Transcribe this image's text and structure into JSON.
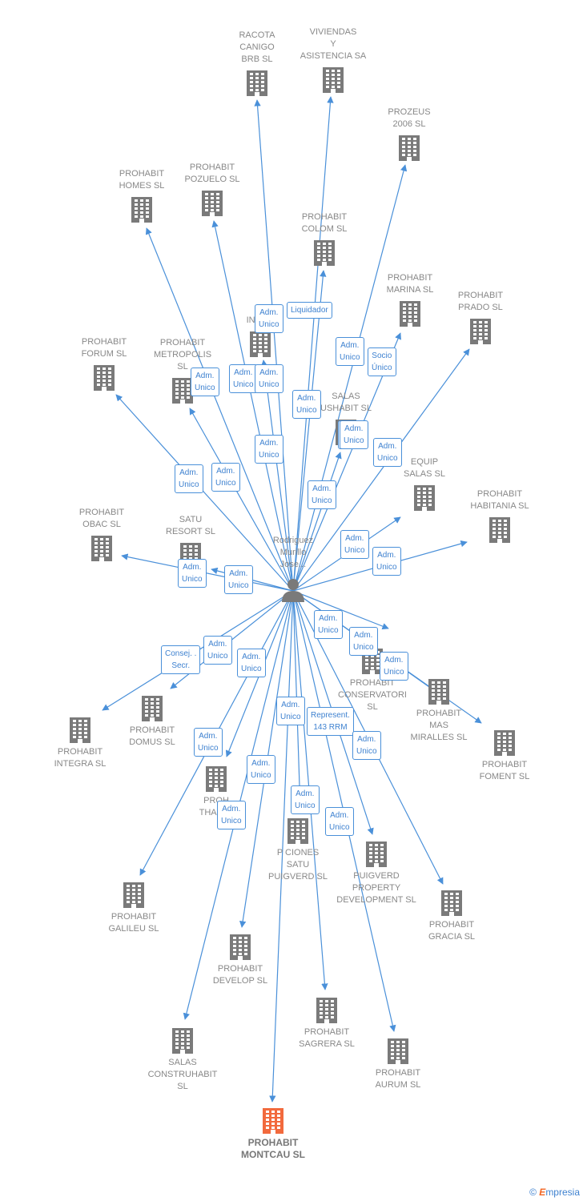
{
  "center": {
    "name_lines": [
      "Rodriguez",
      "Murillo",
      "Jose..."
    ],
    "icon": "person-icon"
  },
  "colors": {
    "edge": "#4a90d9",
    "building": "#7a7a7a",
    "focus": "#f26a3d"
  },
  "nodes": [
    {
      "id": "racota",
      "lines": [
        "RACOTA",
        "CANIGO",
        "BRB  SL"
      ],
      "icon": "building-icon"
    },
    {
      "id": "viviendas",
      "lines": [
        "VIVIENDAS",
        "Y",
        "ASISTENCIA SA"
      ],
      "icon": "building-icon"
    },
    {
      "id": "prozeus",
      "lines": [
        "PROZEUS",
        "2006 SL"
      ],
      "icon": "building-icon"
    },
    {
      "id": "homes",
      "lines": [
        "PROHABIT",
        "HOMES  SL"
      ],
      "icon": "building-icon"
    },
    {
      "id": "pozuelo",
      "lines": [
        "PROHABIT",
        "POZUELO  SL"
      ],
      "icon": "building-icon"
    },
    {
      "id": "colom",
      "lines": [
        "PROHABIT",
        "COLOM  SL"
      ],
      "icon": "building-icon"
    },
    {
      "id": "marina",
      "lines": [
        "PROHABIT",
        "MARINA  SL"
      ],
      "icon": "building-icon"
    },
    {
      "id": "prado",
      "lines": [
        "PROHABIT",
        "PRADO  SL"
      ],
      "icon": "building-icon"
    },
    {
      "id": "salasinduhabit",
      "lines": [
        "SA",
        "INDUH"
      ],
      "icon": "building-icon"
    },
    {
      "id": "forum",
      "lines": [
        "PROHABIT",
        "FORUM  SL"
      ],
      "icon": "building-icon"
    },
    {
      "id": "metropolis",
      "lines": [
        "PROHABIT",
        "METROPOLIS",
        "SL"
      ],
      "icon": "building-icon"
    },
    {
      "id": "salasushabit",
      "lines": [
        "SALAS",
        "USHABIT  SL"
      ],
      "icon": "building-icon"
    },
    {
      "id": "equip",
      "lines": [
        "EQUIP",
        "SALAS  SL"
      ],
      "icon": "building-icon"
    },
    {
      "id": "habitania",
      "lines": [
        "PROHABIT",
        "HABITANIA  SL"
      ],
      "icon": "building-icon"
    },
    {
      "id": "obac",
      "lines": [
        "PROHABIT",
        "OBAC  SL"
      ],
      "icon": "building-icon"
    },
    {
      "id": "saturesort",
      "lines": [
        "SATU",
        "RESORT  SL"
      ],
      "icon": "building-icon"
    },
    {
      "id": "conservatori",
      "lines": [
        "PROHABIT",
        "CONSERVATORI",
        "SL"
      ],
      "icon": "building-icon"
    },
    {
      "id": "masmiralles",
      "lines": [
        "PROHABIT",
        "MAS",
        "MIRALLES  SL"
      ],
      "icon": "building-icon"
    },
    {
      "id": "foment",
      "lines": [
        "PROHABIT",
        "FOMENT  SL"
      ],
      "icon": "building-icon"
    },
    {
      "id": "domus",
      "lines": [
        "PROHABIT",
        "DOMUS  SL"
      ],
      "icon": "building-icon"
    },
    {
      "id": "integra",
      "lines": [
        "PROHABIT",
        "INTEGRA  SL"
      ],
      "icon": "building-icon"
    },
    {
      "id": "thalassa",
      "lines": [
        "PROH",
        "THALAS"
      ],
      "icon": "building-icon"
    },
    {
      "id": "promociones",
      "lines": [
        "P     CIONES",
        "SATU",
        "PUIGVERD  SL"
      ],
      "icon": "building-icon"
    },
    {
      "id": "puigverd",
      "lines": [
        "PUIGVERD",
        "PROPERTY",
        "DEVELOPMENT SL"
      ],
      "icon": "building-icon"
    },
    {
      "id": "galileu",
      "lines": [
        "PROHABIT",
        "GALILEU  SL"
      ],
      "icon": "building-icon"
    },
    {
      "id": "gracia",
      "lines": [
        "PROHABIT",
        "GRACIA  SL"
      ],
      "icon": "building-icon"
    },
    {
      "id": "develop",
      "lines": [
        "PROHABIT",
        "DEVELOP  SL"
      ],
      "icon": "building-icon"
    },
    {
      "id": "sagrera",
      "lines": [
        "PROHABIT",
        "SAGRERA  SL"
      ],
      "icon": "building-icon"
    },
    {
      "id": "construhabit",
      "lines": [
        "SALAS",
        "CONSTRUHABIT",
        "SL"
      ],
      "icon": "building-icon"
    },
    {
      "id": "aurum",
      "lines": [
        "PROHABIT",
        "AURUM  SL"
      ],
      "icon": "building-icon"
    },
    {
      "id": "montcau",
      "lines": [
        "PROHABIT",
        "MONTCAU  SL"
      ],
      "icon": "building-icon",
      "focus": true
    }
  ],
  "roles": [
    [
      "Adm.",
      "Unico"
    ],
    [
      "Liquidador"
    ],
    [
      "Adm.",
      "Unico"
    ],
    [
      "Adm.",
      "Unico"
    ],
    [
      "Adm.",
      "Unico"
    ],
    [
      "Adm.",
      "Unico"
    ],
    [
      "Socio",
      "Único"
    ],
    [
      "Adm.",
      "Unico"
    ],
    [
      "Adm.",
      "Unico"
    ],
    [
      "Adm.",
      "Unico"
    ],
    [
      "Adm.",
      "Unico"
    ],
    [
      "Adm.",
      "Unico"
    ],
    [
      "Adm.",
      "Unico"
    ],
    [
      "Adm.",
      "Unico"
    ],
    [
      "Adm.",
      "Unico"
    ],
    [
      "Adm.",
      "Unico"
    ],
    [
      "Adm.",
      "Unico"
    ],
    [
      "Adm.",
      "Unico"
    ],
    [
      "Adm.",
      "Unico"
    ],
    [
      "Adm.",
      "Unico"
    ],
    [
      "Consej. .",
      "Secr."
    ],
    [
      "Adm.",
      "Unico"
    ],
    [
      "Adm.",
      "Unico"
    ],
    [
      "Adm.",
      "Unico"
    ],
    [
      "Represent.",
      "143 RRM"
    ],
    [
      "Adm.",
      "Unico"
    ],
    [
      "Adm.",
      "Unico"
    ],
    [
      "Adm.",
      "Unico"
    ],
    [
      "Adm.",
      "Unico"
    ],
    [
      "Adm.",
      "Unico"
    ],
    [
      "Adm.",
      "Unico"
    ],
    [
      "Adm.",
      "Unico"
    ],
    [
      "Adm.",
      "Unico"
    ]
  ],
  "footer": {
    "copyright": "©",
    "brand_first": "E",
    "brand_rest": "mpresia"
  }
}
